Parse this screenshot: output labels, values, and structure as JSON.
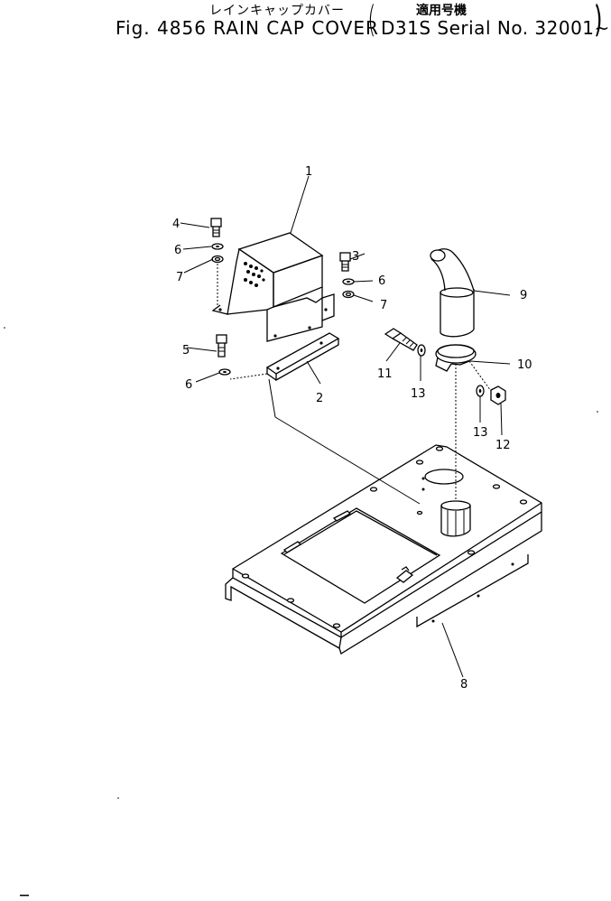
{
  "header": {
    "title_jp": "レインキャップカバー",
    "title_en": "Fig. 4856 RAIN CAP COVER",
    "serial_jp": "適用号機",
    "serial_en": "D31S Serial No. 32001~",
    "paren_left": "(",
    "paren_right": ")"
  },
  "callouts": [
    {
      "id": "1",
      "text": "1"
    },
    {
      "id": "2",
      "text": "2"
    },
    {
      "id": "3",
      "text": "3"
    },
    {
      "id": "4",
      "text": "4"
    },
    {
      "id": "5",
      "text": "5"
    },
    {
      "id": "6a",
      "text": "6"
    },
    {
      "id": "6b",
      "text": "6"
    },
    {
      "id": "6c",
      "text": "6"
    },
    {
      "id": "7a",
      "text": "7"
    },
    {
      "id": "7b",
      "text": "7"
    },
    {
      "id": "8",
      "text": "8"
    },
    {
      "id": "9",
      "text": "9"
    },
    {
      "id": "10",
      "text": "10"
    },
    {
      "id": "11",
      "text": "11"
    },
    {
      "id": "12",
      "text": "12"
    },
    {
      "id": "13a",
      "text": "13"
    },
    {
      "id": "13b",
      "text": "13"
    }
  ]
}
